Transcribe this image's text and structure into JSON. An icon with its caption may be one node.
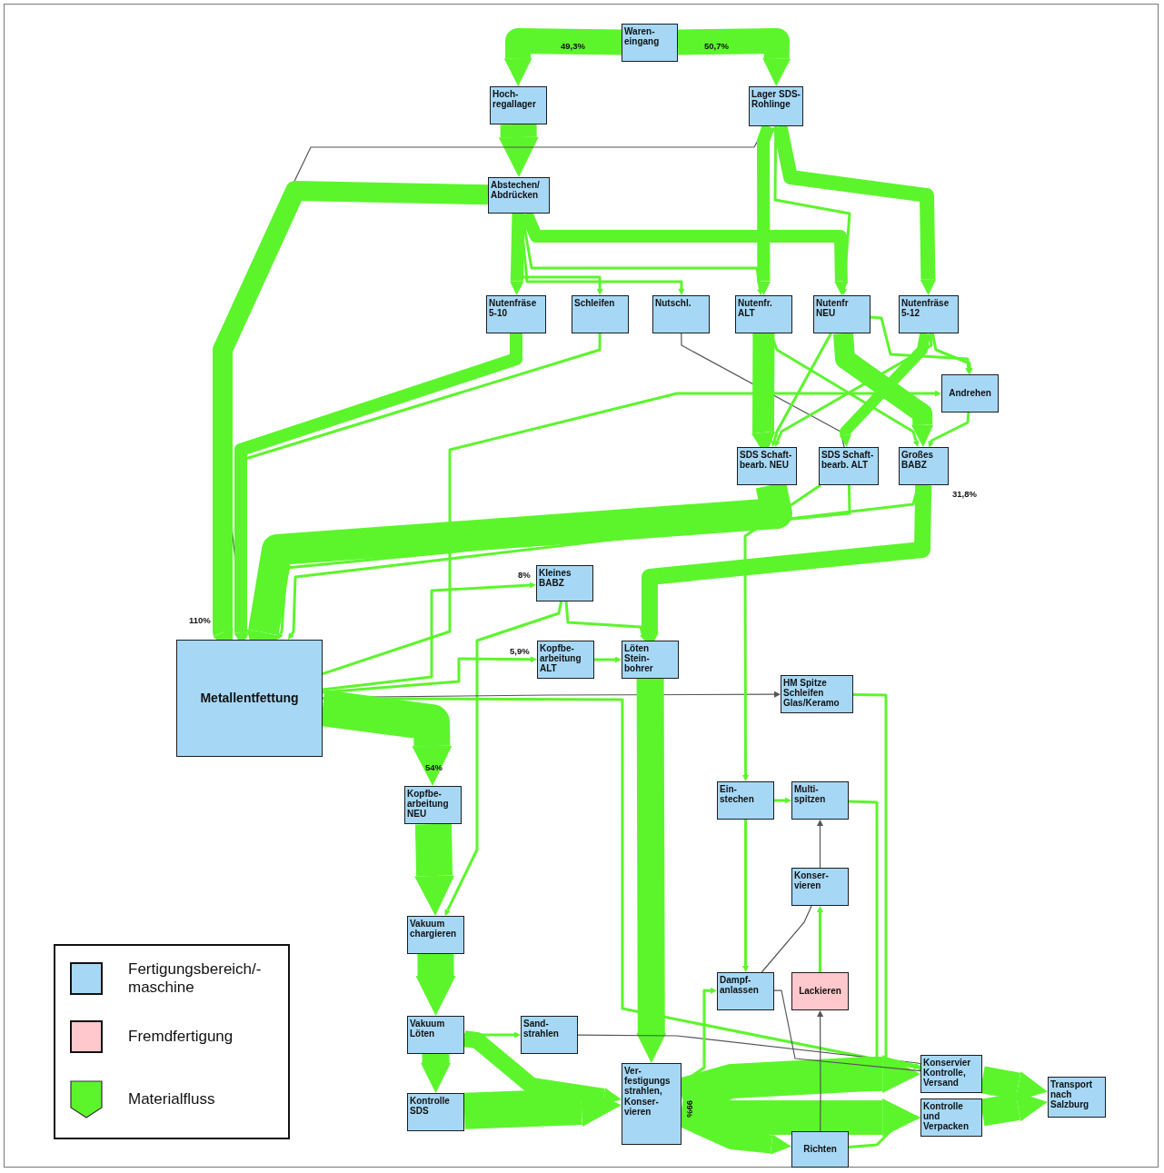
{
  "diagram": {
    "nodes": [
      {
        "text": [
          "Waren- eingang"
        ]
      },
      {
        "text": [
          "Hoch- regallager"
        ]
      },
      {
        "text": [
          "Lager SDS- Rohlinge"
        ]
      },
      {
        "text": [
          "Abstechen/ Abdrücken"
        ]
      },
      {
        "text": [
          "Nutenfräse 5-10"
        ]
      },
      {
        "text": [
          "Schleifen"
        ]
      },
      {
        "text": [
          "Nutschl."
        ]
      },
      {
        "text": [
          "Nutenfr. ALT"
        ]
      },
      {
        "text": [
          "Nutenfr NEU"
        ]
      },
      {
        "text": [
          "Nutenfräse 5-12"
        ]
      },
      {
        "text": [
          "Andrehen"
        ]
      },
      {
        "text": [
          "SDS Schaft- bearb. NEU"
        ]
      },
      {
        "text": [
          "SDS Schaft- bearb. ALT"
        ]
      },
      {
        "text": [
          "Großes BABZ"
        ],
        "beside": [
          "31,8%"
        ]
      },
      {
        "text": [
          "Kleines BABZ"
        ]
      },
      {
        "text": [
          "Kopfbe- arbeitung ALT"
        ]
      },
      {
        "text": [
          "Löten Stein- bohrer"
        ]
      },
      {
        "text": [
          "Metallentfettung"
        ]
      },
      {
        "text": [
          "HM Spitze Schleifen Glas/Keramo"
        ]
      },
      {
        "text": [
          "Ein- stechen"
        ]
      },
      {
        "text": [
          "Multi- spitzen"
        ]
      },
      {
        "text": [
          "Konser- vieren"
        ]
      },
      {
        "text": [
          "Kopfbe- arbeitung NEU"
        ]
      },
      {
        "text": [
          "Vakuum chargieren"
        ]
      },
      {
        "text": [
          "Dampf- anlassen"
        ]
      },
      {
        "text": [
          "Lackieren"
        ]
      },
      {
        "text": [
          "Vakuum Löten"
        ]
      },
      {
        "text": [
          "Sand- strahlen"
        ]
      },
      {
        "text": [
          "Kontrolle SDS"
        ]
      },
      {
        "text": [
          "Ver- festigungs strahlen, Konser- vieren"
        ]
      },
      {
        "text": [
          "Konservier Kontrolle, Versand"
        ]
      },
      {
        "text": [
          "Kontrolle und Verpacken"
        ]
      },
      {
        "text": [
          "Richten"
        ]
      },
      {
        "text": [
          "Transport nach Salzburg"
        ]
      }
    ],
    "edges": [
      {
        "from": 0,
        "to": 1,
        "arrow": "to",
        "style": "thick"
      },
      {
        "from": 0,
        "to": 2,
        "arrow": "to",
        "style": "thick"
      },
      {
        "from": 1,
        "to": 3,
        "arrow": "to",
        "style": "thick"
      },
      {
        "from": 2,
        "to": 17,
        "arrow": "none",
        "color": "#555555"
      },
      {
        "from": 3,
        "to": 17,
        "arrow": "to",
        "style": "thick"
      },
      {
        "from": 3,
        "to": 4,
        "arrow": "to",
        "style": "thick"
      },
      {
        "from": 3,
        "to": 5,
        "arrow": "to"
      },
      {
        "from": 3,
        "to": 6,
        "arrow": "to"
      },
      {
        "from": 3,
        "to": 7,
        "arrow": "to"
      },
      {
        "from": 3,
        "to": 8,
        "arrow": "to",
        "style": "thick"
      },
      {
        "from": 2,
        "to": 7,
        "arrow": "to",
        "style": "thick"
      },
      {
        "from": 2,
        "to": 8,
        "arrow": "to"
      },
      {
        "from": 2,
        "to": 9,
        "arrow": "to",
        "style": "thick"
      },
      {
        "from": 4,
        "to": 17,
        "arrow": "to",
        "style": "thick"
      },
      {
        "from": 5,
        "to": 17,
        "arrow": "to"
      },
      {
        "from": 6,
        "to": 12,
        "arrow": "none",
        "color": "#555555"
      },
      {
        "from": 7,
        "to": 11,
        "arrow": "to",
        "style": "thick"
      },
      {
        "from": 7,
        "to": 13,
        "arrow": "to"
      },
      {
        "from": 8,
        "to": 13,
        "arrow": "to",
        "style": "thick"
      },
      {
        "from": 8,
        "to": 11,
        "arrow": "to"
      },
      {
        "from": 8,
        "to": 10,
        "arrow": "to"
      },
      {
        "from": 9,
        "to": 12,
        "arrow": "to",
        "style": "thick"
      },
      {
        "from": 9,
        "to": 11,
        "arrow": "to"
      },
      {
        "from": 9,
        "to": 10,
        "arrow": "to"
      },
      {
        "from": 17,
        "to": 10,
        "arrow": "to"
      },
      {
        "from": 10,
        "to": 13,
        "arrow": "to"
      },
      {
        "from": 11,
        "to": 17,
        "arrow": "to",
        "style": "thick"
      },
      {
        "from": 12,
        "to": 17,
        "arrow": "to"
      },
      {
        "from": 13,
        "to": 16,
        "arrow": "to",
        "style": "thick"
      },
      {
        "from": 13,
        "to": 17,
        "arrow": "to"
      },
      {
        "from": 17,
        "to": 14,
        "arrow": "to"
      },
      {
        "from": 17,
        "to": 15,
        "arrow": "to"
      },
      {
        "from": 15,
        "to": 16,
        "arrow": "to"
      },
      {
        "from": 14,
        "to": 16,
        "arrow": "to"
      },
      {
        "from": 14,
        "to": 23,
        "arrow": "to"
      },
      {
        "from": 17,
        "to": 18,
        "arrow": "to",
        "color": "#555555"
      },
      {
        "from": 17,
        "to": 22,
        "arrow": "to",
        "style": "thick"
      },
      {
        "from": 17,
        "to": 30,
        "arrow": "to"
      },
      {
        "from": 22,
        "to": 23,
        "arrow": "to",
        "style": "thick"
      },
      {
        "from": 23,
        "to": 26,
        "arrow": "to",
        "style": "thick"
      },
      {
        "from": 26,
        "to": 28,
        "arrow": "to",
        "style": "thick"
      },
      {
        "from": 26,
        "to": 27,
        "arrow": "to"
      },
      {
        "from": 26,
        "to": 29,
        "arrow": "to",
        "style": "thick"
      },
      {
        "from": 28,
        "to": 29,
        "arrow": "to",
        "style": "thick"
      },
      {
        "from": 16,
        "to": 29,
        "arrow": "to",
        "style": "thick"
      },
      {
        "from": 27,
        "to": 30,
        "arrow": "none",
        "color": "#555555"
      },
      {
        "from": 12,
        "to": 19,
        "arrow": "to"
      },
      {
        "from": 19,
        "to": 20,
        "arrow": "to"
      },
      {
        "from": 19,
        "to": 24,
        "arrow": "to"
      },
      {
        "from": 21,
        "to": 20,
        "arrow": "to",
        "color": "#555555"
      },
      {
        "from": 25,
        "to": 21,
        "arrow": "to"
      },
      {
        "from": 24,
        "to": 21,
        "arrow": "none",
        "color": "#555555"
      },
      {
        "from": 29,
        "to": 24,
        "arrow": "to"
      },
      {
        "from": 29,
        "to": 30,
        "arrow": "to",
        "style": "thick"
      },
      {
        "from": 29,
        "to": 31,
        "arrow": "to",
        "style": "thick"
      },
      {
        "from": 29,
        "to": 32,
        "arrow": "to",
        "style": "thick"
      },
      {
        "from": 32,
        "to": 31,
        "arrow": "to"
      },
      {
        "from": 32,
        "to": 25,
        "arrow": "to",
        "color": "#555555"
      },
      {
        "from": 30,
        "to": 33,
        "arrow": "to",
        "style": "thick"
      },
      {
        "from": 31,
        "to": 33,
        "arrow": "to",
        "style": "thick"
      },
      {
        "from": 18,
        "to": 30,
        "arrow": "to"
      },
      {
        "from": 20,
        "to": 30,
        "arrow": "to"
      },
      {
        "from": 24,
        "to": 30,
        "arrow": "none",
        "color": "#555555"
      }
    ],
    "labels": [
      "49,3%",
      "50,7%",
      "8%",
      "110%",
      "5,9%",
      "54%",
      "99%"
    ],
    "legend": [
      {
        "text": "Fertigungsbereich/- maschine",
        "color": "#a6d8f6"
      },
      {
        "text": "Fremdfertigung",
        "color": "#ffc8cc"
      },
      {
        "text": "Materialfluss"
      }
    ]
  }
}
